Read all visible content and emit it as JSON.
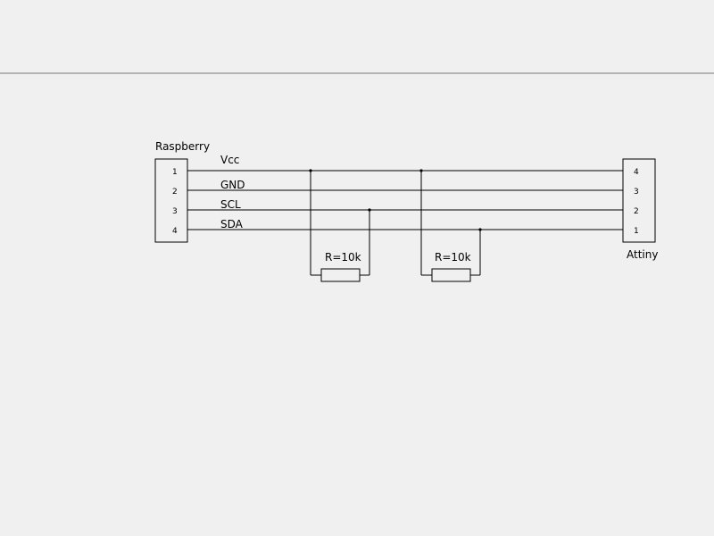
{
  "diagram": {
    "left_connector": {
      "title": "Raspberry",
      "pins": [
        "1",
        "2",
        "3",
        "4"
      ]
    },
    "right_connector": {
      "title": "Attiny",
      "pins": [
        "4",
        "3",
        "2",
        "1"
      ]
    },
    "wires": [
      "Vcc",
      "GND",
      "SCL",
      "SDA"
    ],
    "resistors": [
      {
        "label": "R=10k"
      },
      {
        "label": "R=10k"
      }
    ]
  }
}
